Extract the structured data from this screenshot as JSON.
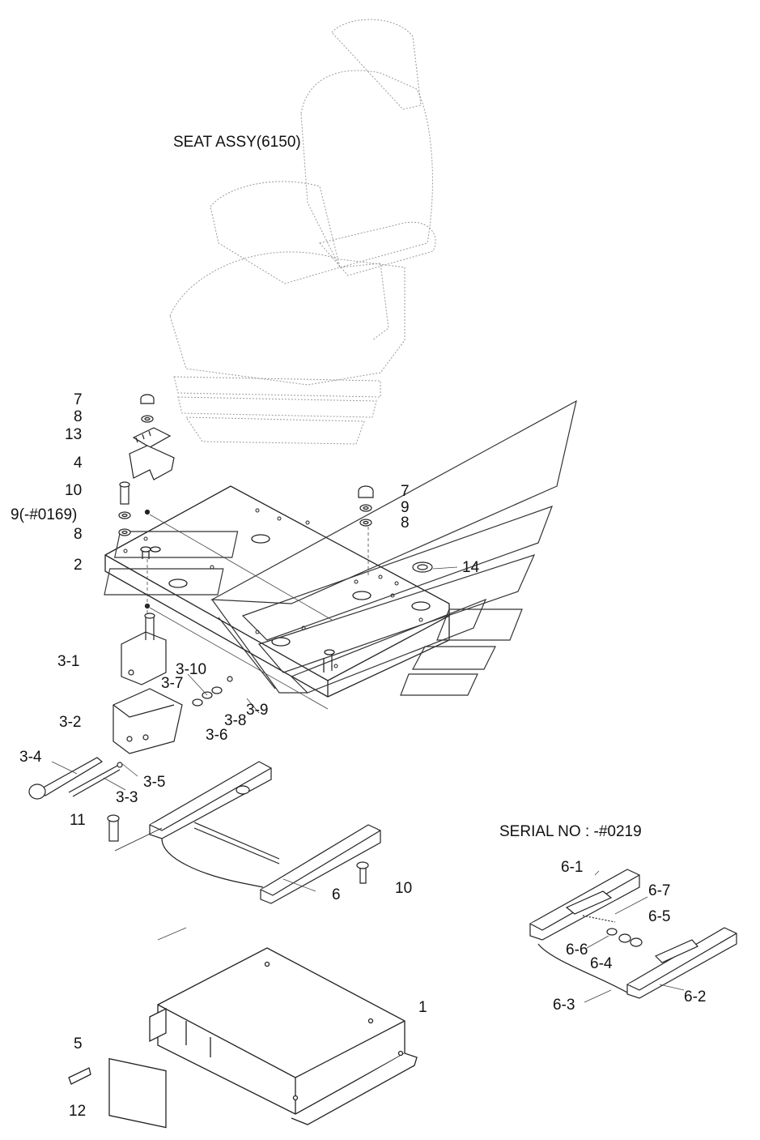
{
  "title": "SEAT ASSY(6150)",
  "serial_note": "SERIAL NO : -#0219",
  "callouts": {
    "c7a": "7",
    "c8a": "8",
    "c13": "13",
    "c4": "4",
    "c10a": "10",
    "c9a": "9(-#0169)",
    "c8b": "8",
    "c2": "2",
    "c7b": "7",
    "c9b": "9",
    "c8c": "8",
    "c14": "14",
    "c3_1": "3-1",
    "c3_10": "3-10",
    "c3_7": "3-7",
    "c3_9": "3-9",
    "c3_8": "3-8",
    "c3_6": "3-6",
    "c3_2": "3-2",
    "c3_4": "3-4",
    "c3_5": "3-5",
    "c3_3": "3-3",
    "c11": "11",
    "c6": "6",
    "c10b": "10",
    "c1": "1",
    "c5": "5",
    "c12": "12",
    "c6_1": "6-1",
    "c6_7": "6-7",
    "c6_5": "6-5",
    "c6_6": "6-6",
    "c6_4": "6-4",
    "c6_2": "6-2",
    "c6_3": "6-3"
  }
}
